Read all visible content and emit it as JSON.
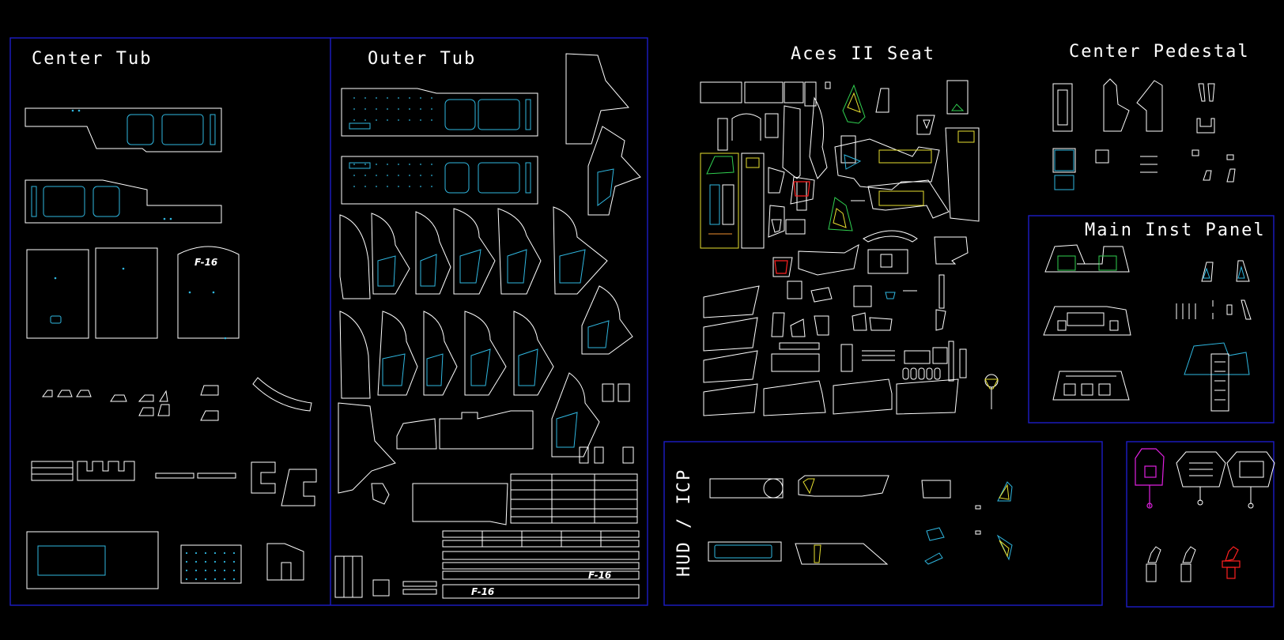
{
  "sections": {
    "center_tub": "Center Tub",
    "outer_tub": "Outer Tub",
    "aces_seat": "Aces II Seat",
    "center_pedestal": "Center Pedestal",
    "main_inst_panel": "Main Inst Panel",
    "hud_icp": "HUD / ICP"
  },
  "part_markings": {
    "f16_a": "F-16",
    "f16_b": "F-16",
    "f16_c": "F-16"
  },
  "colors": {
    "background": "#000000",
    "frame": "#1c1cc8",
    "outline": "#ffffff",
    "cutout": "#2fb7e0",
    "accent_yellow": "#e8e030",
    "accent_green": "#30d050",
    "accent_red": "#ff2020",
    "accent_magenta": "#e020e0"
  }
}
